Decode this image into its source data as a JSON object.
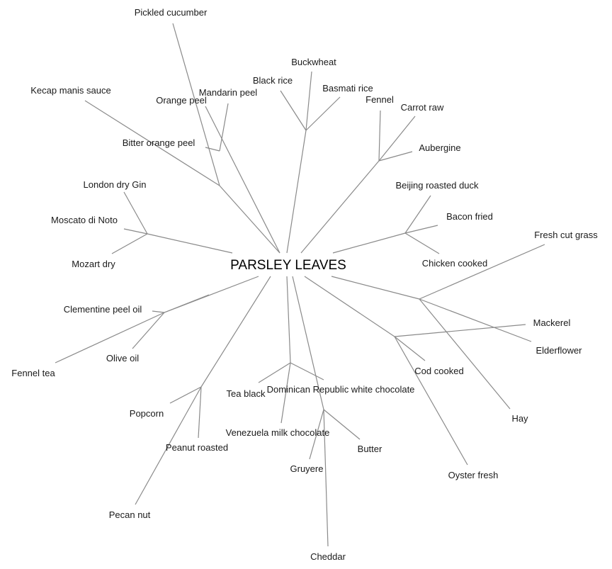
{
  "center": "PARSLEY LEAVES",
  "leaves": [
    "Pickled cucumber",
    "Kecap manis sauce",
    "Orange peel",
    "Mandarin peel",
    "Bitter orange peel",
    "Buckwheat",
    "Black rice",
    "Basmati rice",
    "Fennel",
    "Carrot raw",
    "Aubergine",
    "London dry Gin",
    "Moscato di Noto",
    "Mozart dry",
    "Beijing roasted duck",
    "Bacon fried",
    "Chicken cooked",
    "Fresh cut grass",
    "Mackerel",
    "Elderflower",
    "Hay",
    "Cod cooked",
    "Oyster fresh",
    "Clementine peel oil",
    "Olive oil",
    "Fennel tea",
    "Tea black",
    "Dominican Republic white chocolate",
    "Venezuela milk chocolate",
    "Butter",
    "Gruyere",
    "Cheddar",
    "Popcorn",
    "Peanut roasted",
    "Pecan nut"
  ]
}
